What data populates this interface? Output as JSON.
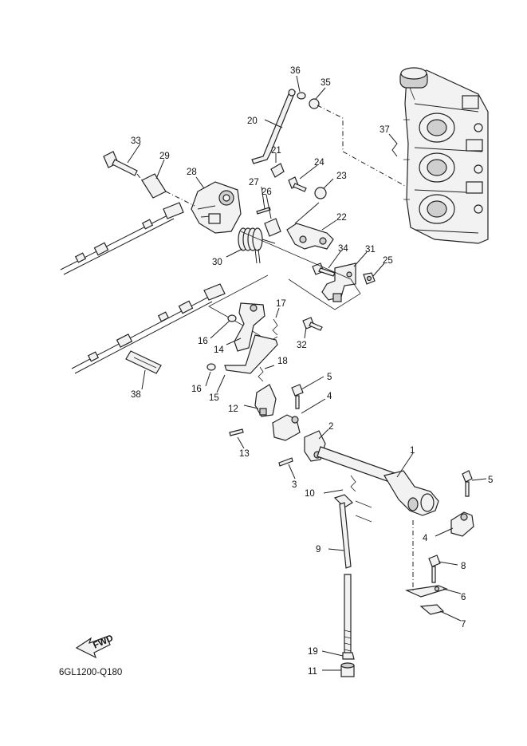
{
  "diagram": {
    "code": "6GL1200-Q180",
    "fwd_label": "FWD",
    "callouts": {
      "c1": "1",
      "c2": "2",
      "c3": "3",
      "c4a": "4",
      "c4b": "4",
      "c5a": "5",
      "c5b": "5",
      "c6": "6",
      "c7": "7",
      "c8": "8",
      "c9": "9",
      "c10": "10",
      "c11": "11",
      "c12": "12",
      "c13": "13",
      "c14": "14",
      "c15": "15",
      "c16a": "16",
      "c16b": "16",
      "c17": "17",
      "c18": "18",
      "c19": "19",
      "c20": "20",
      "c21": "21",
      "c22": "22",
      "c23": "23",
      "c24": "24",
      "c25": "25",
      "c26": "26",
      "c27": "27",
      "c28": "28",
      "c29": "29",
      "c30": "30",
      "c31": "31",
      "c32": "32",
      "c33": "33",
      "c34": "34",
      "c35": "35",
      "c36": "36",
      "c37": "37",
      "c38": "38"
    }
  }
}
